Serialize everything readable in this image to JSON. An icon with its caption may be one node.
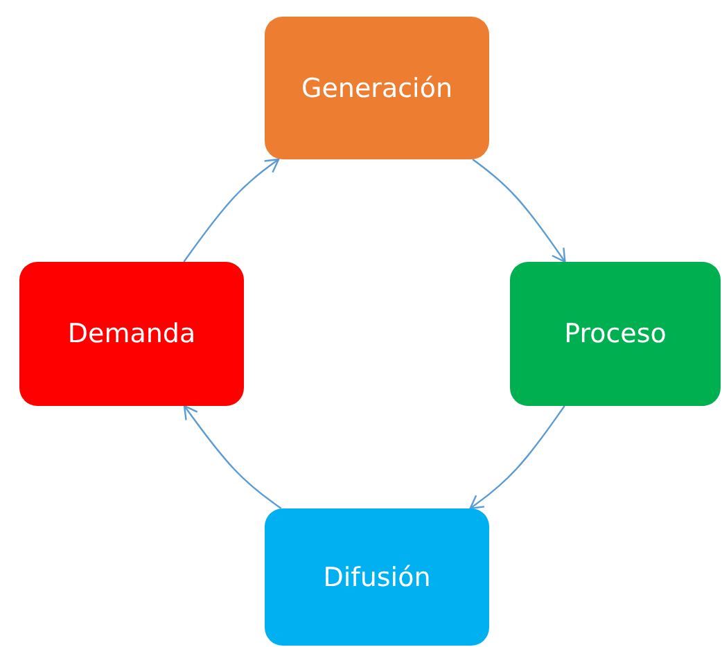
{
  "diagram": {
    "nodes": [
      {
        "text": [
          "Generación"
        ]
      },
      {
        "text": [
          "Proceso"
        ]
      },
      {
        "text": [
          "Difusión"
        ]
      },
      {
        "text": [
          "Demanda"
        ]
      }
    ],
    "edges": [
      {
        "from": 0,
        "to": 1,
        "arrow": "to"
      },
      {
        "from": 1,
        "to": 2,
        "arrow": "to"
      },
      {
        "from": 2,
        "to": 3,
        "arrow": "to"
      },
      {
        "from": 3,
        "to": 0,
        "arrow": "to"
      }
    ]
  }
}
